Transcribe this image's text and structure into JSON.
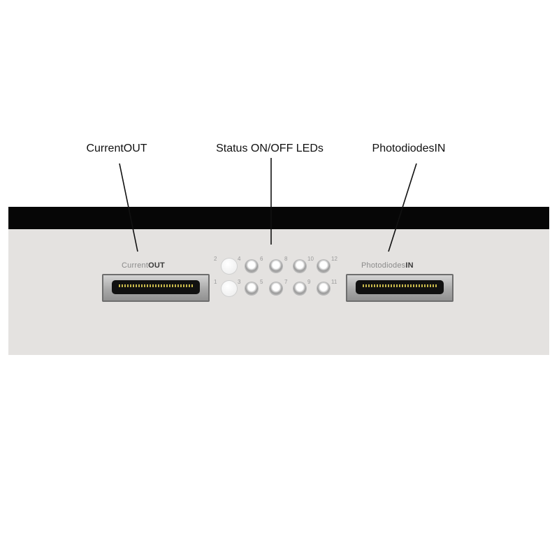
{
  "callouts": {
    "current_out": "CurrentOUT",
    "status_leds": "Status ON/OFF LEDs",
    "photodiodes_in": "PhotodiodesIN"
  },
  "panel": {
    "left_port": {
      "label_light": "Current",
      "label_bold": "OUT"
    },
    "right_port": {
      "label_light": "Photodiodes",
      "label_bold": "IN"
    },
    "led_numbers": {
      "top": [
        "2",
        "4",
        "6",
        "8",
        "10",
        "12"
      ],
      "bottom": [
        "1",
        "3",
        "5",
        "7",
        "9",
        "11"
      ]
    }
  },
  "colors": {
    "panel": "#e4e2e0",
    "panel_top": "#060606",
    "pin": "#c8b84a"
  }
}
